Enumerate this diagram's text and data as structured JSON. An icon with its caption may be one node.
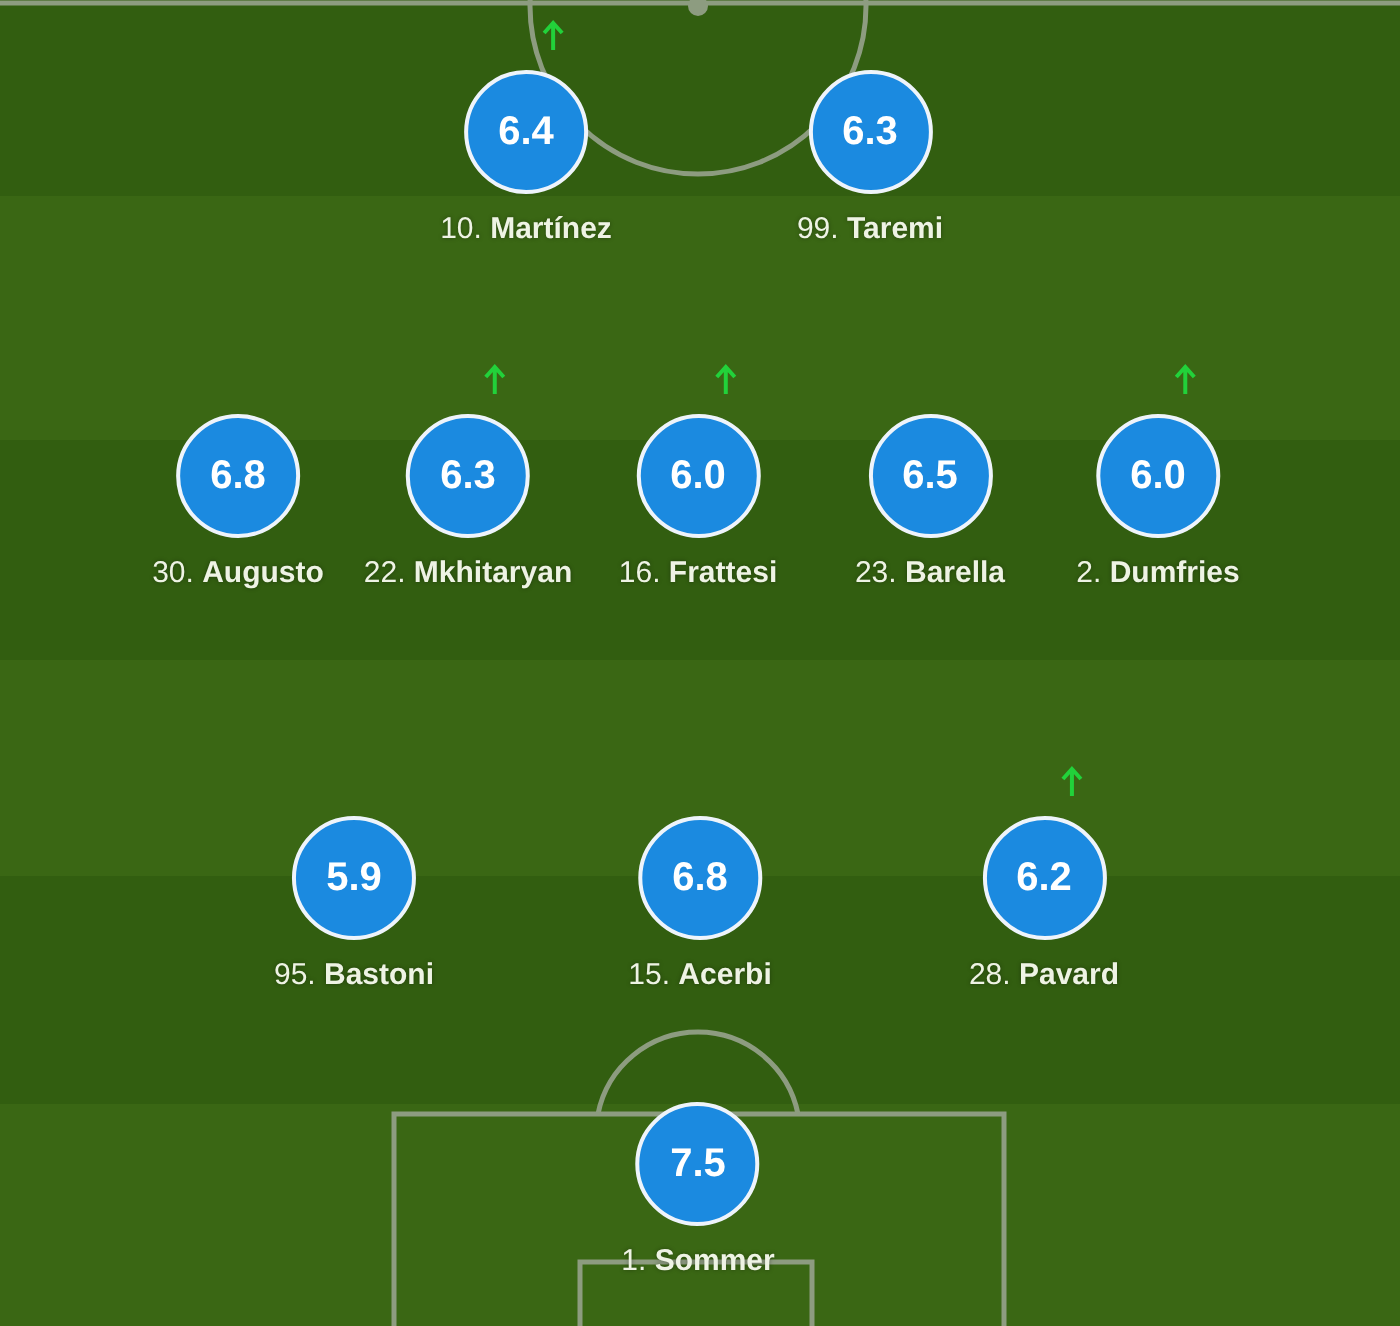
{
  "diagram": {
    "nodes": [
      {
        "text": [
          "6.4"
        ],
        "beside": [
          "10. **Martínez**"
        ]
      },
      {
        "text": [
          "6.3"
        ],
        "beside": [
          "99. **Taremi**"
        ]
      },
      {
        "text": [
          "6.8"
        ],
        "beside": [
          "30. **Augusto**"
        ]
      },
      {
        "text": [
          "6.3"
        ],
        "beside": [
          "22. **Mkhitaryan**"
        ]
      },
      {
        "text": [
          "6.0"
        ],
        "beside": [
          "16. **Frattesi**"
        ]
      },
      {
        "text": [
          "6.5"
        ],
        "beside": [
          "23. **Barella**"
        ]
      },
      {
        "text": [
          "6.0"
        ],
        "beside": [
          "2. **Dumfries**"
        ]
      },
      {
        "text": [
          "5.9"
        ],
        "beside": [
          "95. **Bastoni**"
        ]
      },
      {
        "text": [
          "6.8"
        ],
        "beside": [
          "15. **Acerbi**"
        ]
      },
      {
        "text": [
          "6.2"
        ],
        "beside": [
          "28. **Pavard**"
        ]
      },
      {
        "text": [
          "7.5"
        ],
        "beside": [
          "1. **Sommer**"
        ]
      }
    ]
  }
}
